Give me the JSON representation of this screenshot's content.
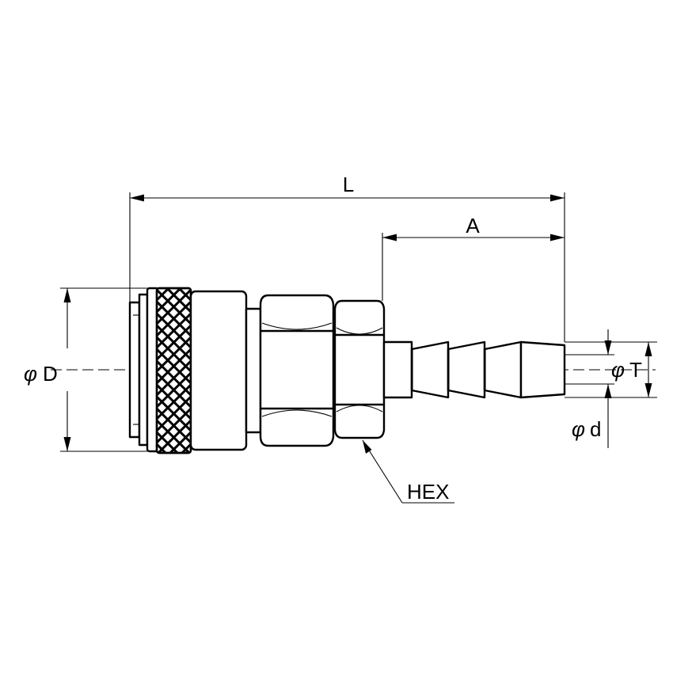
{
  "labels": {
    "length": "L",
    "barb_length": "A",
    "outer_diameter_symbol": "φ",
    "outer_diameter": "D",
    "thread_diameter_symbol": "φ",
    "thread_diameter": "T",
    "bore_symbol": "φ",
    "bore": "d",
    "hex": "HEX"
  }
}
